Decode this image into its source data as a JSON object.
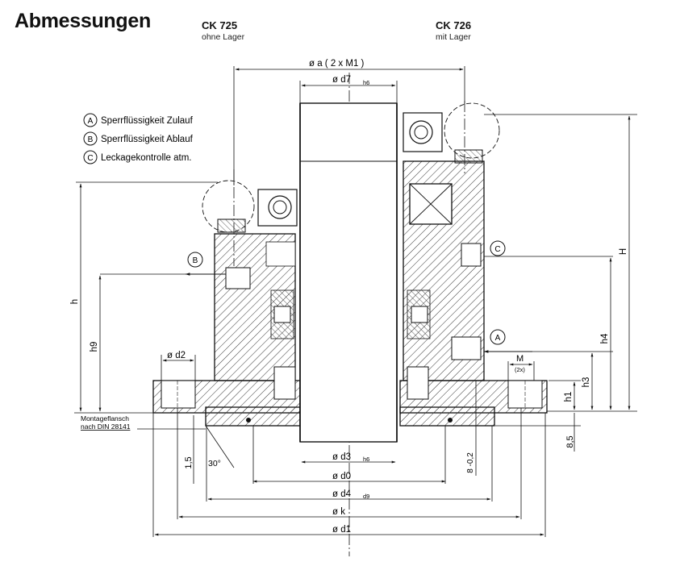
{
  "title": "Abmessungen",
  "variants": [
    {
      "code": "CK 725",
      "sub": "ohne Lager"
    },
    {
      "code": "CK 726",
      "sub": "mit Lager"
    }
  ],
  "legend": [
    {
      "key": "A",
      "text": "Sperrflüssigkeit Zulauf"
    },
    {
      "key": "B",
      "text": "Sperrflüssigkeit Ablauf"
    },
    {
      "key": "C",
      "text": "Leckagekontrolle atm."
    }
  ],
  "dims": {
    "a": "ø  a     ( 2 x M1 )",
    "d7": "ø   d7",
    "d7_sub": "h6",
    "d2": "ø  d2",
    "d3": "ø   d3",
    "d3_sub": "h6",
    "d0": "ø   d0",
    "d4": "ø   d4",
    "d4_sub": "d9",
    "k": "ø    k",
    "d1": "ø   d1",
    "M": "M",
    "M_sub": "(2x)",
    "H": "H",
    "h": "h",
    "h1": "h1",
    "h3": "h3",
    "h4": "h4",
    "h9": "h9",
    "v15": "1,5",
    "v85": "8,5",
    "v8": "8 -0,2",
    "angle": "30°"
  },
  "mount_note": [
    "Montageflansch",
    "nach DIN 28141"
  ],
  "colors": {
    "line": "#1a1a1a",
    "hatch": "#333333"
  }
}
